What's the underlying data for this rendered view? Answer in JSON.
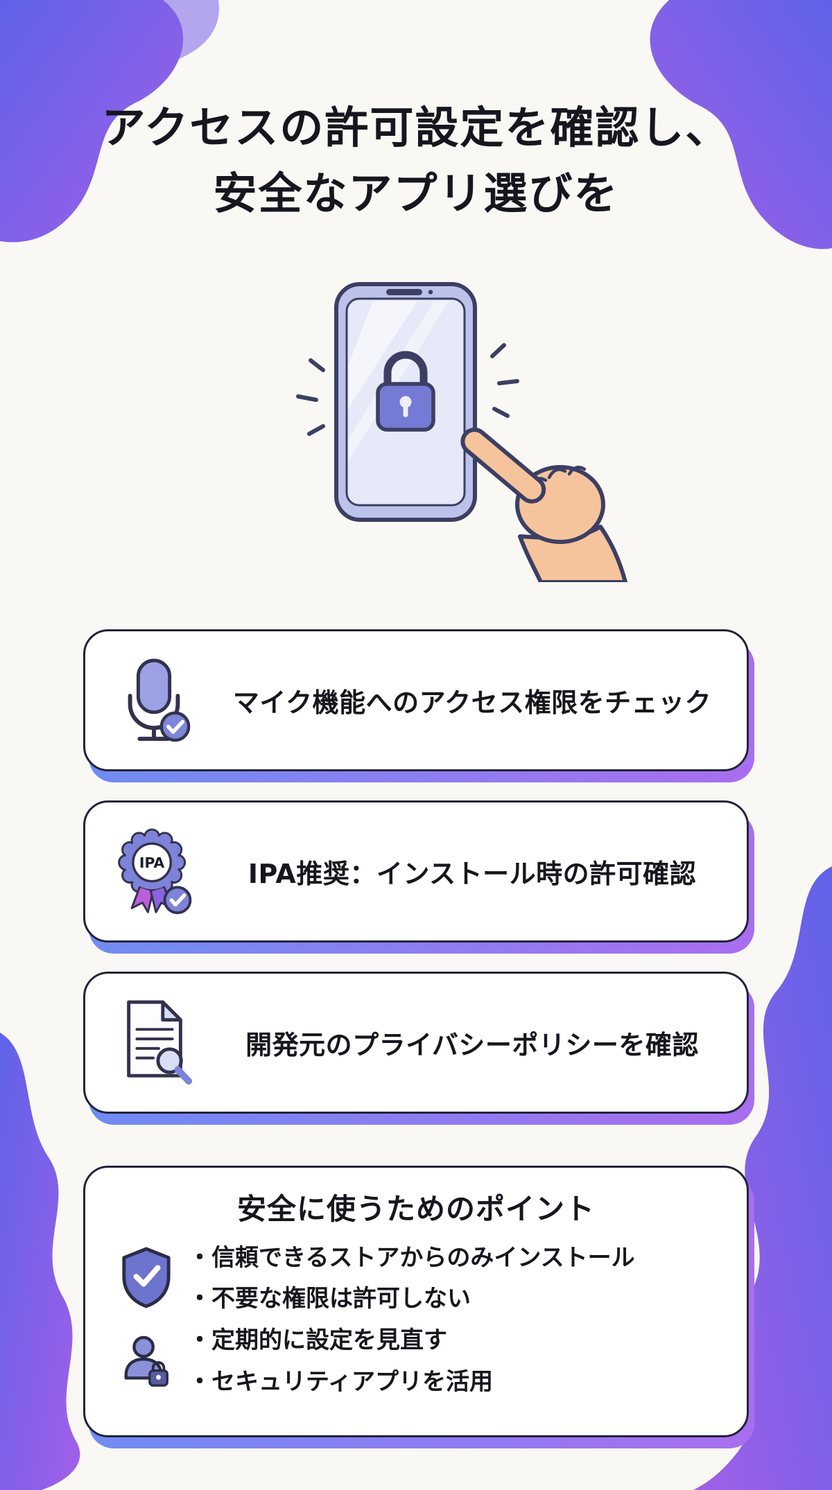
{
  "page": {
    "title_line1": "アクセスの許可設定を確認し、",
    "title_line2": "安全なアプリ選びを",
    "illustration": "smartphone-lock-touch-illustration"
  },
  "cards": [
    {
      "icon": "microphone-check-icon",
      "label": "マイク機能へのアクセス権限をチェック"
    },
    {
      "icon": "ipa-badge-check-icon",
      "badge_text": "IPA",
      "label": "IPA推奨：インストール時の許可確認"
    },
    {
      "icon": "document-magnifier-icon",
      "label": "開発元のプライバシーポリシーを確認"
    }
  ],
  "points_card": {
    "title": "安全に使うためのポイント",
    "icons": [
      "shield-check-icon",
      "user-lock-icon"
    ],
    "items": [
      "・信頼できるストアからのみインストール",
      "・不要な権限は許可しない",
      "・定期的に設定を見直す",
      "・セキュリティアプリを活用"
    ]
  },
  "colors": {
    "background": "#faf8f4",
    "accent_gradient_start": "#6158e8",
    "accent_gradient_end": "#a45ce8",
    "card_border": "#23233b",
    "icon_purple": "#7d83d8",
    "text": "#16161e",
    "skin": "#f6c49c"
  }
}
